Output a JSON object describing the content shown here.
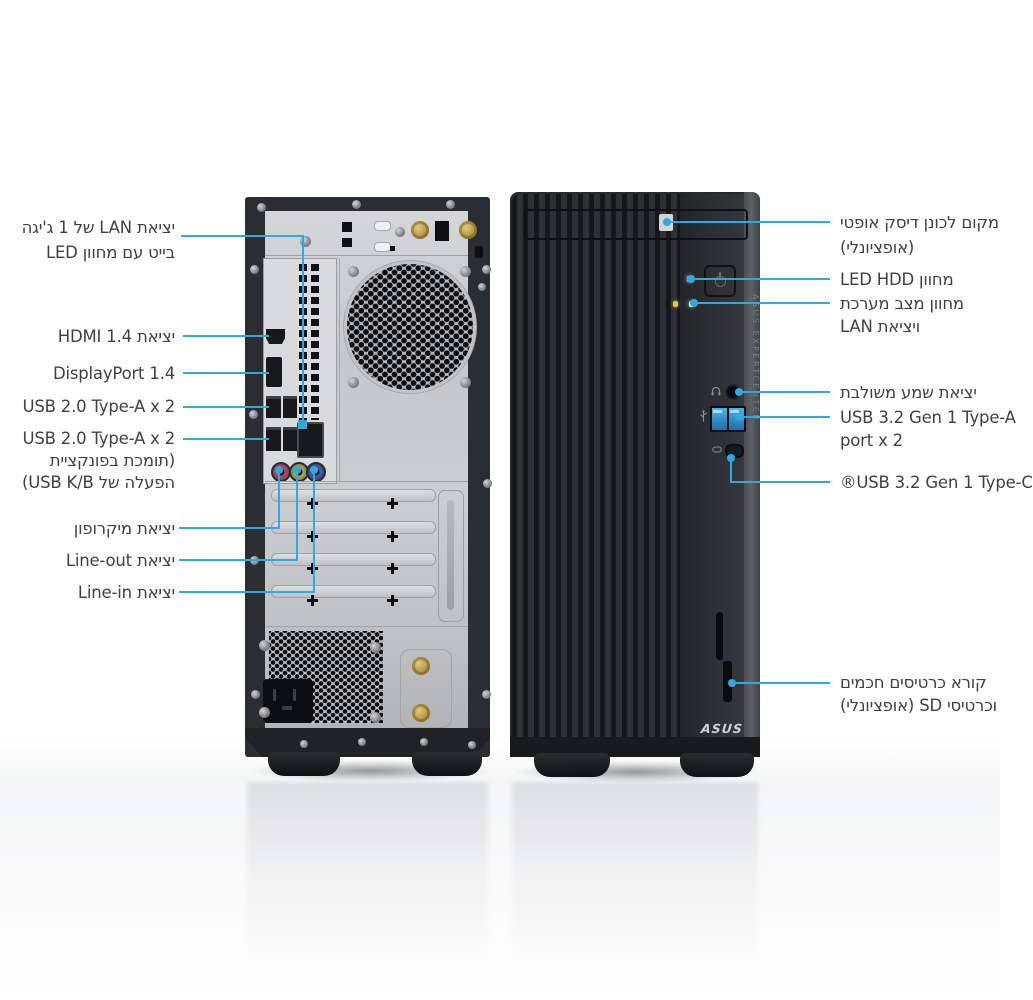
{
  "colors": {
    "callout": "#2FAAE1",
    "label_text": "#3D4146"
  },
  "rear_view": {
    "name": "rear-panel-view",
    "labels": [
      {
        "id": "lan-1gb",
        "lines": [
          "יציאת LAN של 1 ג'יגה",
          "בייט עם מחוון LED"
        ]
      },
      {
        "id": "hdmi",
        "lines": [
          "יציאת HDMI 1.4"
        ]
      },
      {
        "id": "displayport",
        "lines": [
          "DisplayPort 1.4"
        ]
      },
      {
        "id": "usb20-a",
        "lines": [
          "USB 2.0 Type-A x 2"
        ]
      },
      {
        "id": "usb20-b",
        "lines": [
          "USB 2.0 Type-A x 2",
          "(תומכת בפונקציית",
          "הפעלה של USB K/B)"
        ]
      },
      {
        "id": "mic",
        "lines": [
          "יציאת מיקרופון"
        ]
      },
      {
        "id": "line-out",
        "lines": [
          "יציאת Line-out"
        ]
      },
      {
        "id": "line-in",
        "lines": [
          "יציאת Line-in"
        ]
      }
    ]
  },
  "front_view": {
    "name": "front-panel-view",
    "labels": [
      {
        "id": "optical",
        "lines": [
          "מקום לכונן דיסק אופטי",
          "(אופציונלי)"
        ]
      },
      {
        "id": "hdd-led",
        "lines": [
          "מחוון LED HDD"
        ]
      },
      {
        "id": "status-led",
        "lines": [
          "מחוון מצב מערכת",
          "ויציאת LAN"
        ]
      },
      {
        "id": "combo-audio",
        "lines": [
          "יציאת שמע משולבת"
        ]
      },
      {
        "id": "usb32-a",
        "lines": [
          "USB 3.2 Gen 1 Type-A",
          "port x 2"
        ]
      },
      {
        "id": "usb32-c",
        "lines": [
          "USB 3.2 Gen 1 Type-C®"
        ]
      },
      {
        "id": "card-reader",
        "lines": [
          "קורא כרטיסים חכמים",
          "וכרטיסי SD (אופציונלי)"
        ]
      }
    ],
    "logo": "ASUS",
    "side_text": "ASUS EXPERTCENTER"
  }
}
